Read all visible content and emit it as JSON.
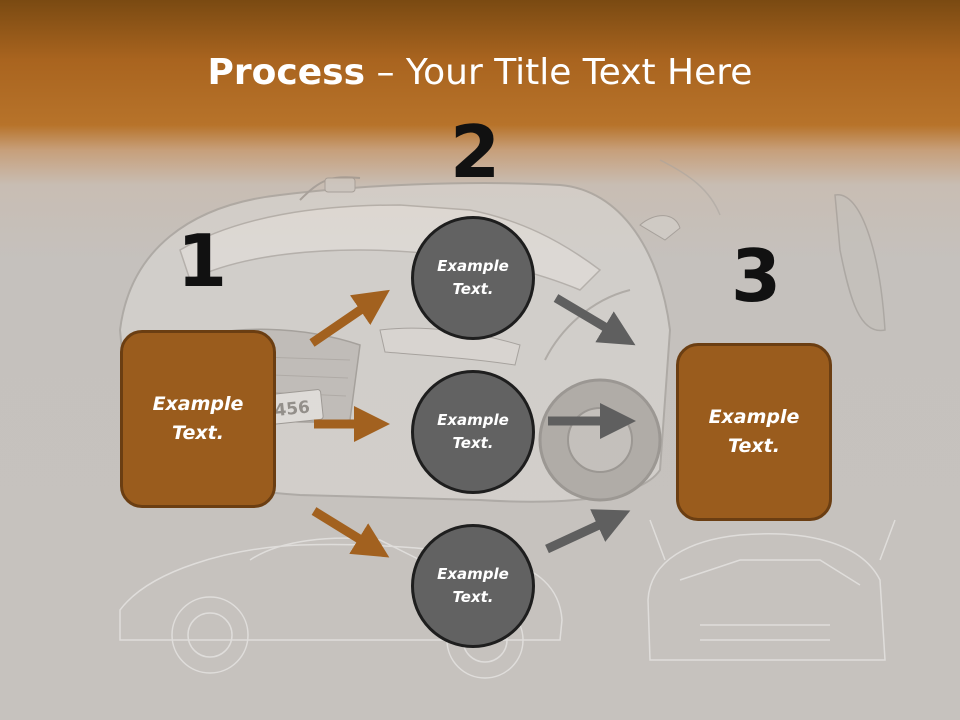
{
  "title": {
    "bold": "Process",
    "rest": " – Your Title Text Here"
  },
  "steps": {
    "one": "1",
    "two": "2",
    "three": "3"
  },
  "left_box": {
    "line1": "Example",
    "line2": "Text."
  },
  "right_box": {
    "line1": "Example",
    "line2": "Text."
  },
  "circles": [
    {
      "line1": "Example",
      "line2": "Text."
    },
    {
      "line1": "Example",
      "line2": "Text."
    },
    {
      "line1": "Example",
      "line2": "Text."
    }
  ],
  "plate_text": "456",
  "colors": {
    "header": "#b7732a",
    "box_fill": "#9a5c1d",
    "box_border": "#6b3e12",
    "circle_fill": "#626262",
    "orange_arrow": "#a2611f",
    "gray_arrow": "#5f5f5f"
  }
}
